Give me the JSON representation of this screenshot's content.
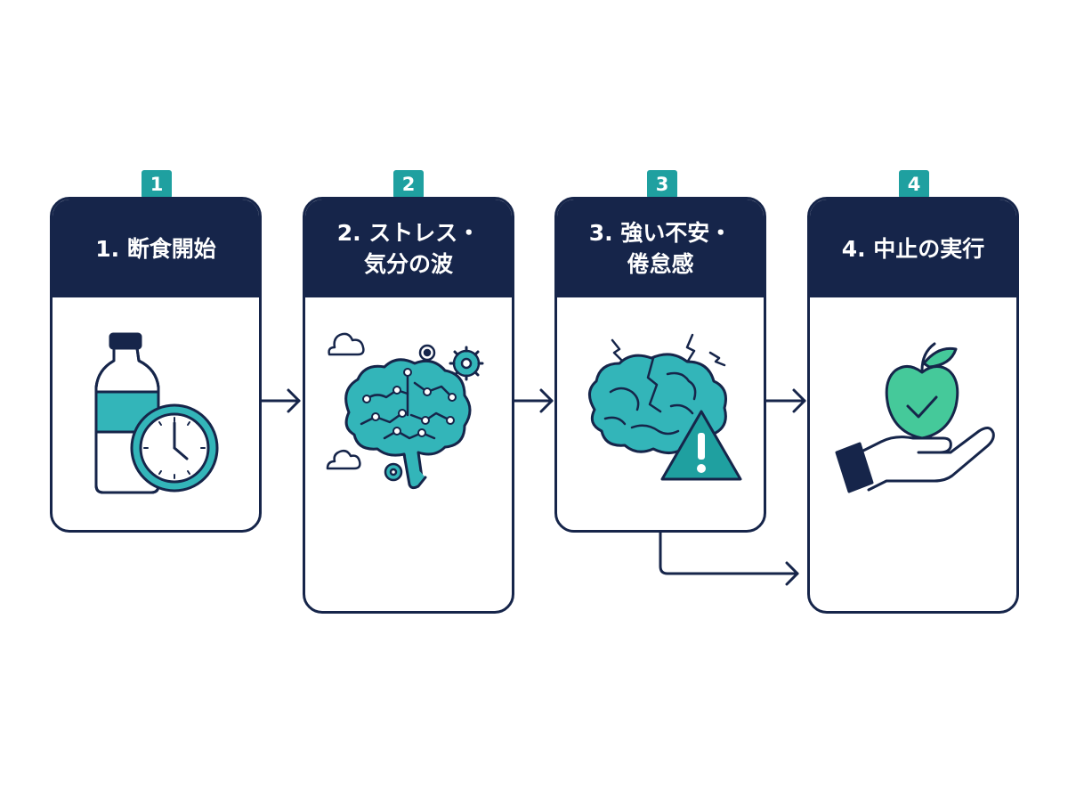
{
  "steps": [
    {
      "badge": "1",
      "title_lines": [
        "1. 断食開始"
      ],
      "icon": "water-bottle-and-clock-icon"
    },
    {
      "badge": "2",
      "title_lines": [
        "2. ストレス・",
        "気分の波"
      ],
      "icon": "brain-circuit-with-gears-and-clouds-icon"
    },
    {
      "badge": "3",
      "title_lines": [
        "3. 強い不安・",
        "倦怠感"
      ],
      "icon": "cracked-brain-with-warning-icon"
    },
    {
      "badge": "4",
      "title_lines": [
        "4. 中止の実行"
      ],
      "icon": "hand-holding-apple-with-check-icon"
    }
  ],
  "colors": {
    "navy": "#16254a",
    "teal": "#1fa0a0",
    "teal_fill": "#33b5b9",
    "green_fill": "#45c99a",
    "white": "#ffffff"
  }
}
